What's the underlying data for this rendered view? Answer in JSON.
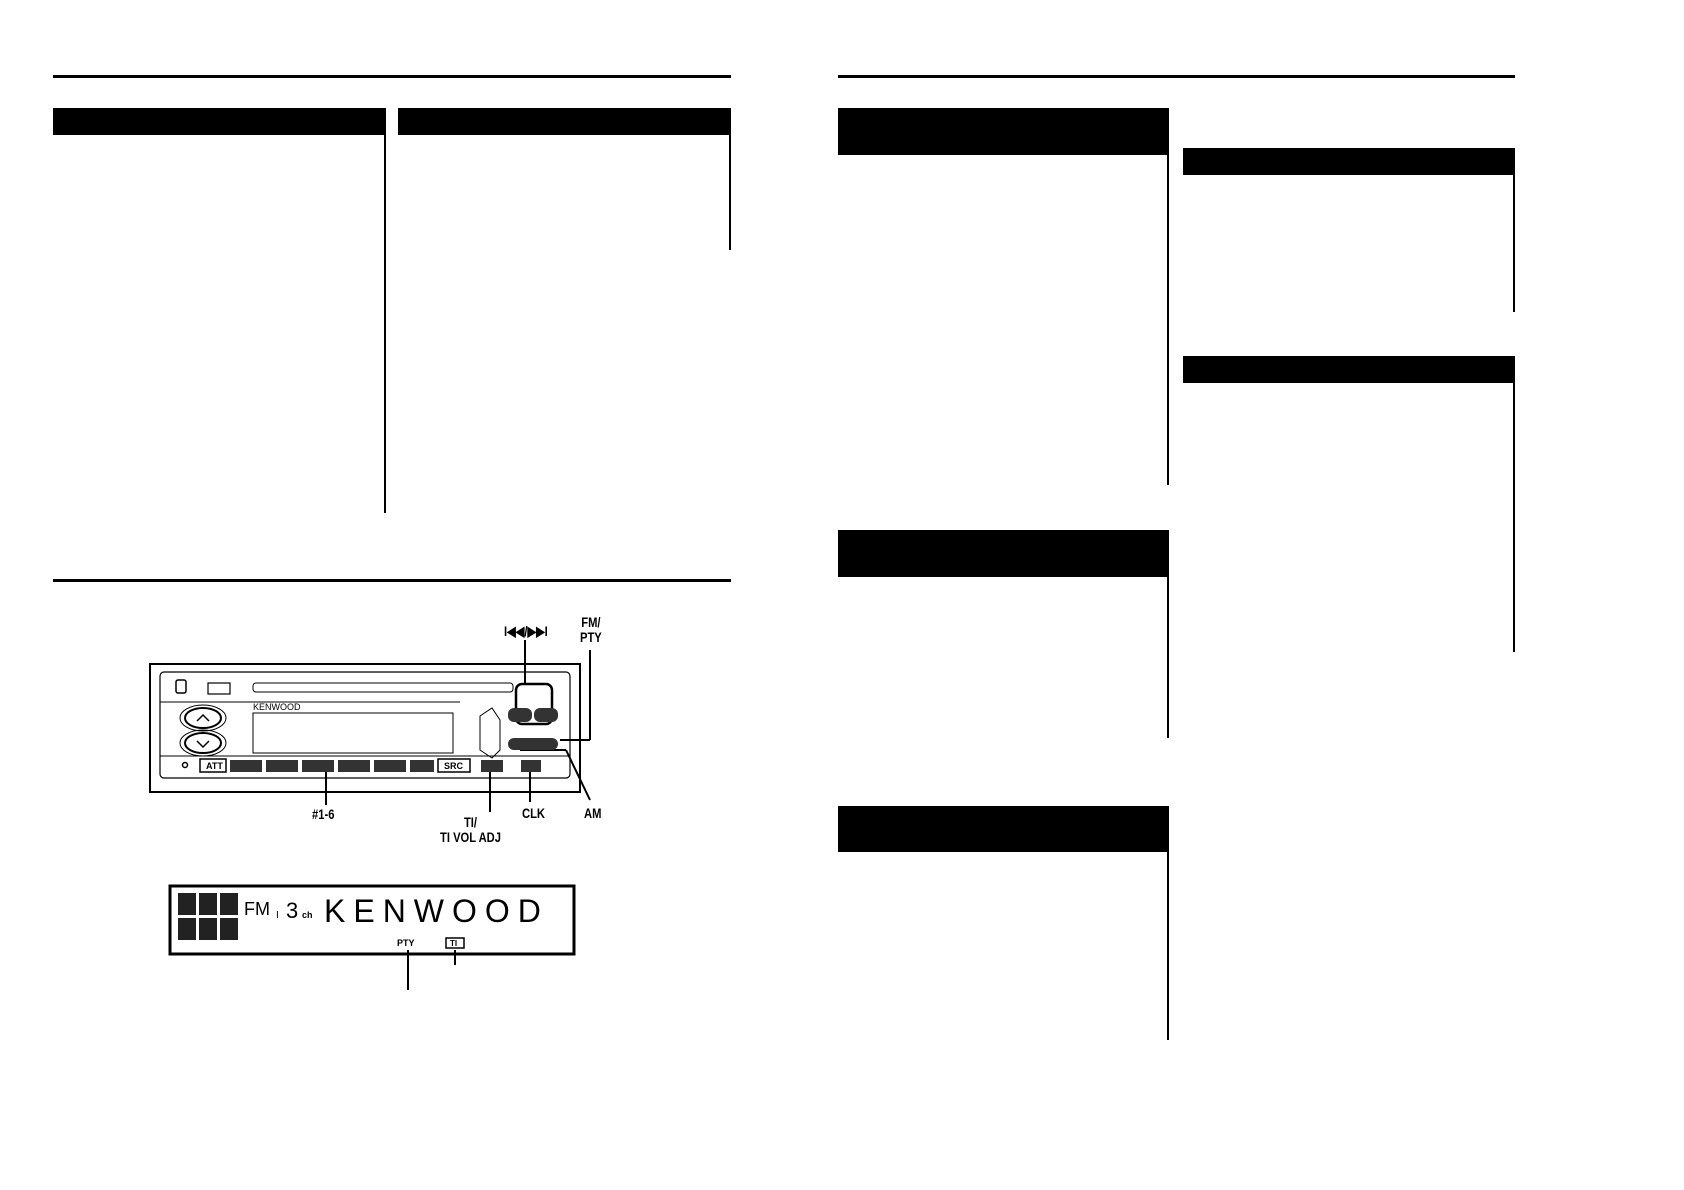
{
  "diagram": {
    "brand": "KENWOOD",
    "labels": {
      "track_buttons": "I◀◀/▶▶I",
      "fm_pty_line1": "FM/",
      "fm_pty_line2": "PTY",
      "presets": "#1-6",
      "ti_line1": "TI/",
      "ti_line2": "TI VOL ADJ",
      "clk": "CLK",
      "am": "AM"
    },
    "buttons": {
      "att": "ATT",
      "src": "SRC"
    },
    "display": {
      "band": "FM",
      "band_sub": "I",
      "channel": "3",
      "channel_unit": "ch",
      "text": "KENWOOD",
      "pty_indicator": "PTY",
      "ti_indicator": "TI"
    }
  }
}
